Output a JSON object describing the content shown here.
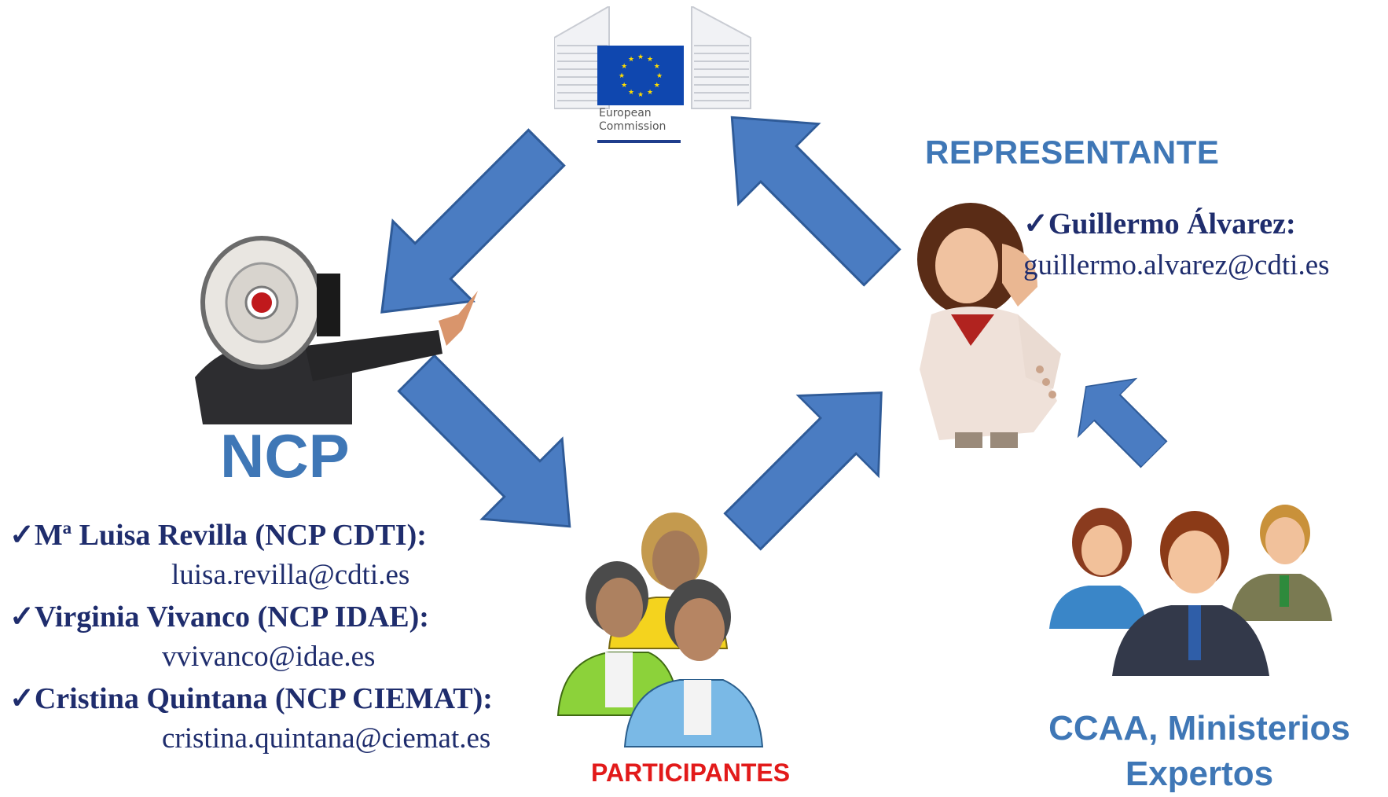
{
  "logo": {
    "caption_line1": "European",
    "caption_line2": "Commission",
    "flag_color": "#0f47af",
    "star_color": "#ffdd00"
  },
  "ncp": {
    "title": "NCP",
    "contacts": [
      {
        "name": "Mª Luisa Revilla (NCP CDTI):",
        "email": "luisa.revilla@cdti.es"
      },
      {
        "name": "Virginia Vivanco (NCP IDAE):",
        "email": "vvivanco@idae.es"
      },
      {
        "name": "Cristina Quintana (NCP CIEMAT):",
        "email": "cristina.quintana@ciemat.es"
      }
    ]
  },
  "representante": {
    "title": "REPRESENTANTE",
    "name": "Guillermo Álvarez:",
    "email": "guillermo.alvarez@cdti.es"
  },
  "participantes": {
    "title": "PARTICIPANTES"
  },
  "experts": {
    "line1": "CCAA, Ministerios",
    "line2": "Expertos"
  },
  "check_mark": "✓",
  "colors": {
    "arrow_fill": "#4a7cc2",
    "arrow_stroke": "#2f5b98",
    "title_blue": "#3f77b6",
    "contact_text": "#1f2d6d",
    "participantes_red": "#e21a1a"
  }
}
